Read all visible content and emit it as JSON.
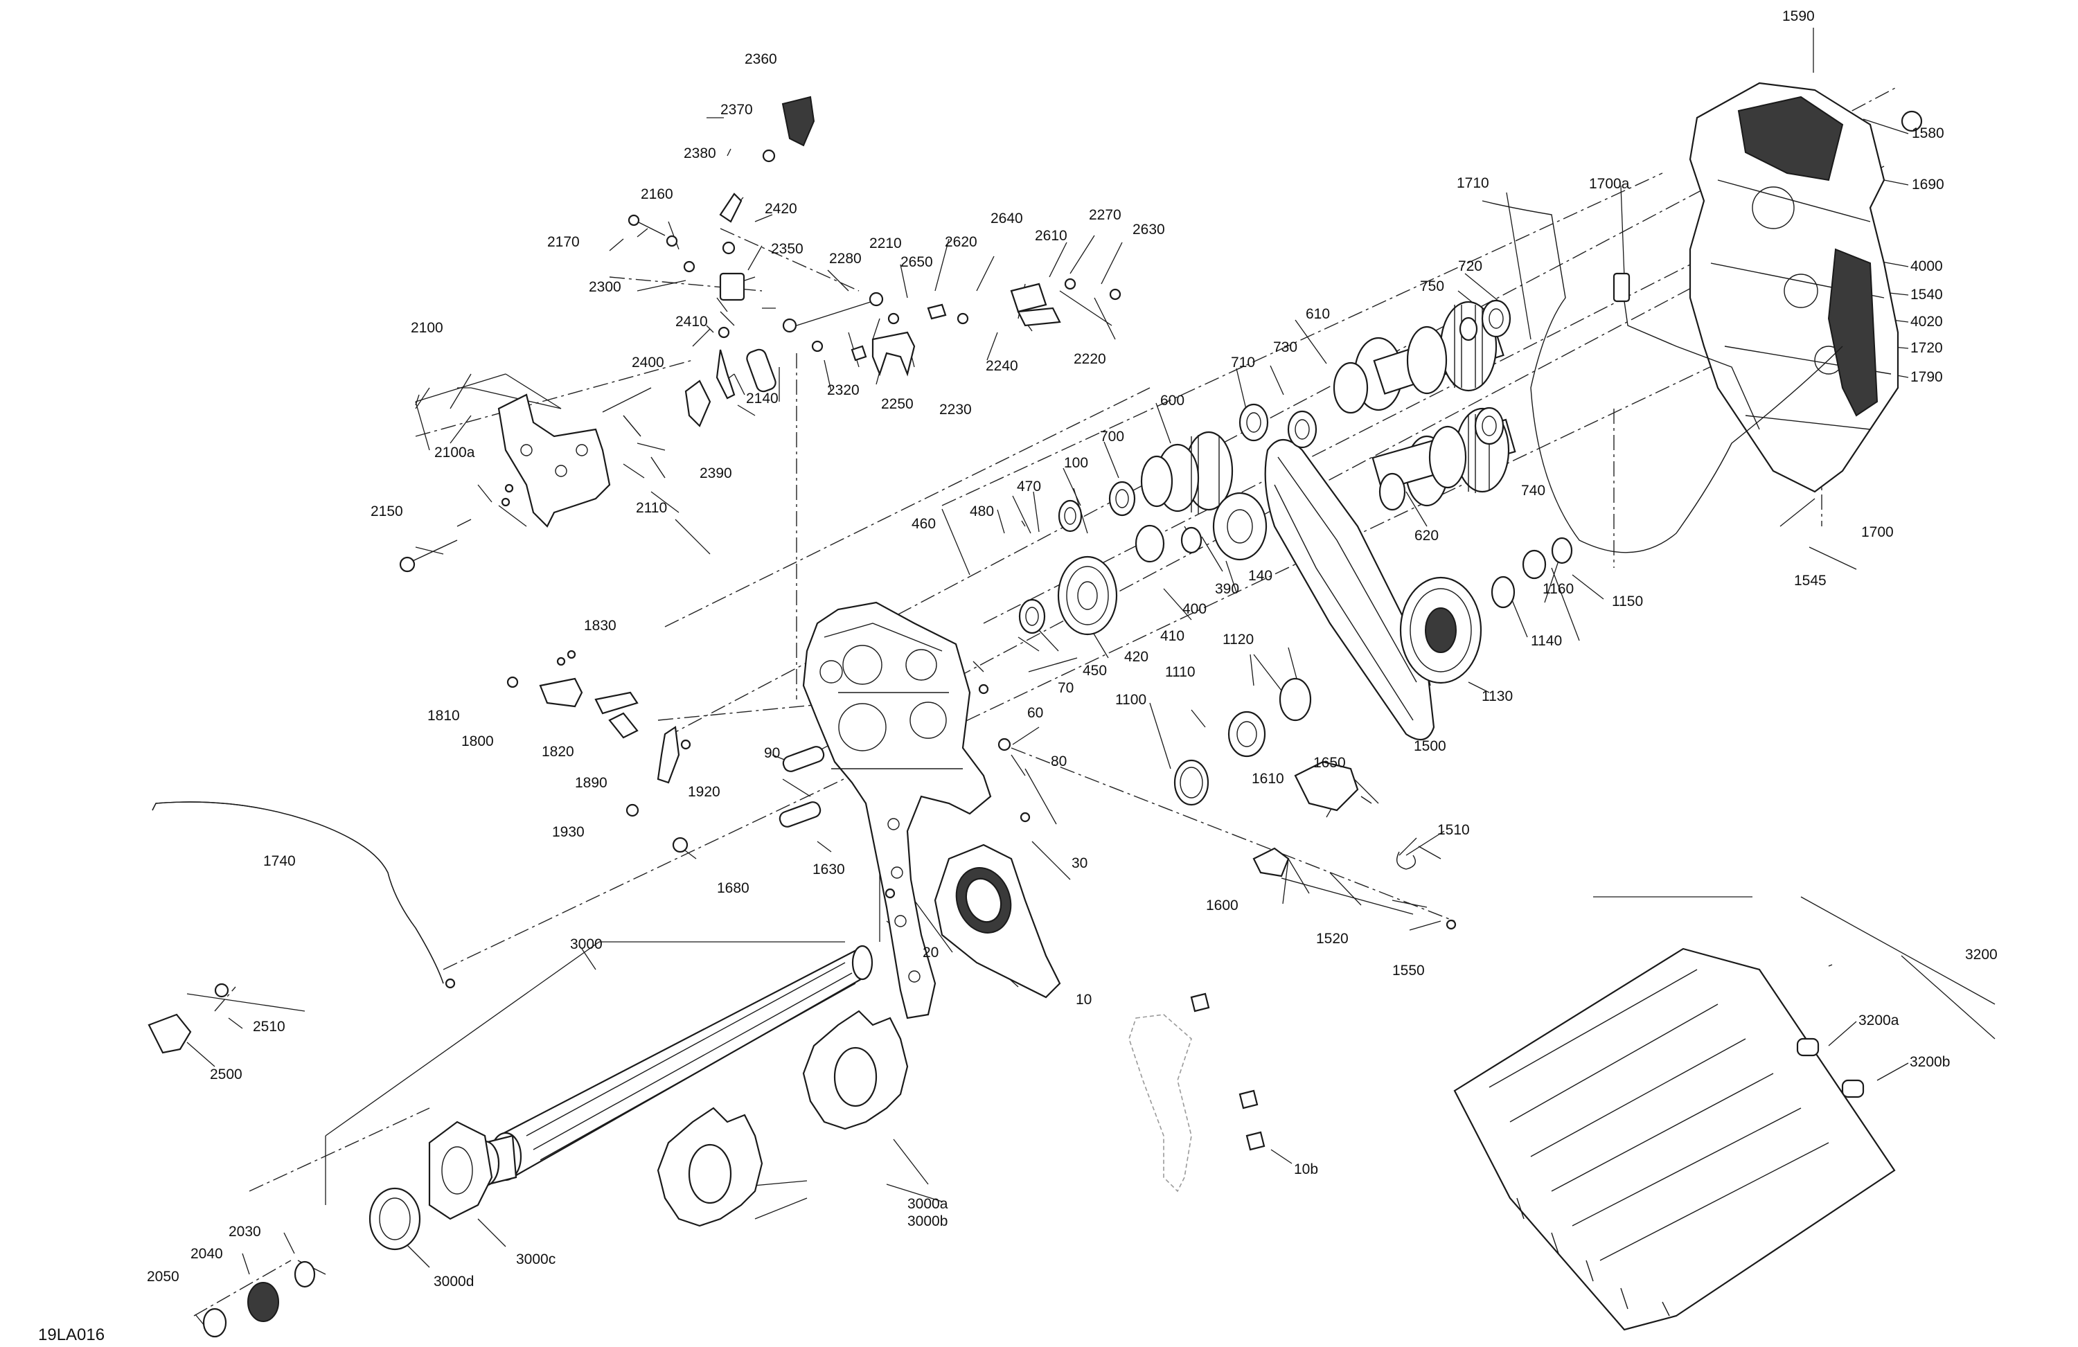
{
  "diagram": {
    "code": "19LA016",
    "labels": [
      "10",
      "10b",
      "20",
      "30",
      "60",
      "70",
      "80",
      "90",
      "100",
      "140",
      "390",
      "400",
      "410",
      "420",
      "450",
      "460",
      "470",
      "480",
      "600",
      "610",
      "620",
      "700",
      "710",
      "720",
      "730",
      "740",
      "750",
      "1100",
      "1110",
      "1120",
      "1130",
      "1140",
      "1150",
      "1160",
      "1500",
      "1510",
      "1520",
      "1540",
      "1545",
      "1550",
      "1580",
      "1590",
      "1600",
      "1610",
      "1630",
      "1650",
      "1680",
      "1690",
      "1700",
      "1700a",
      "1710",
      "1720",
      "1740",
      "1790",
      "1800",
      "1810",
      "1820",
      "1830",
      "1890",
      "1920",
      "1930",
      "2030",
      "2040",
      "2050",
      "2100",
      "2100a",
      "2110",
      "2140",
      "2150",
      "2160",
      "2170",
      "2210",
      "2220",
      "2230",
      "2240",
      "2250",
      "2270",
      "2280",
      "2300",
      "2320",
      "2350",
      "2360",
      "2370",
      "2380",
      "2390",
      "2400",
      "2410",
      "2420",
      "2500",
      "2510",
      "2610",
      "2620",
      "2630",
      "2640",
      "2650",
      "3000",
      "3000a",
      "3000b",
      "3000c",
      "3000d",
      "3200",
      "3200a",
      "3200b",
      "4000",
      "4020"
    ]
  }
}
